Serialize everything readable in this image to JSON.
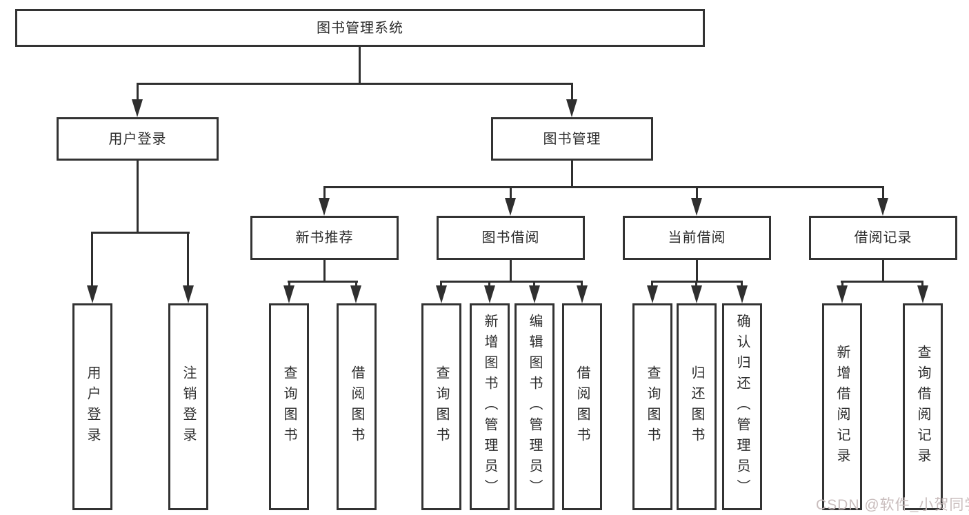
{
  "tree": {
    "root": "图书管理系统",
    "branches": [
      {
        "label": "用户登录",
        "leaves": [
          "用户登录",
          "注销登录"
        ]
      },
      {
        "label": "图书管理",
        "sections": [
          {
            "label": "新书推荐",
            "leaves": [
              "查询图书",
              "借阅图书"
            ]
          },
          {
            "label": "图书借阅",
            "leaves": [
              "查询图书",
              "新增图书（管理员）",
              "编辑图书（管理员）",
              "借阅图书"
            ]
          },
          {
            "label": "当前借阅",
            "leaves": [
              "查询图书",
              "归还图书",
              "确认归还（管理员）"
            ]
          },
          {
            "label": "借阅记录",
            "leaves": [
              "新增借阅记录",
              "查询借阅记录"
            ]
          }
        ]
      }
    ]
  },
  "watermark": {
    "text": "CSDN @软件_小贺同学"
  },
  "colors": {
    "background": "#ffffff",
    "line": "#2f2f2f",
    "box_border": "#333333",
    "text": "#2d2d2d",
    "watermark": "#c9bdbd"
  }
}
